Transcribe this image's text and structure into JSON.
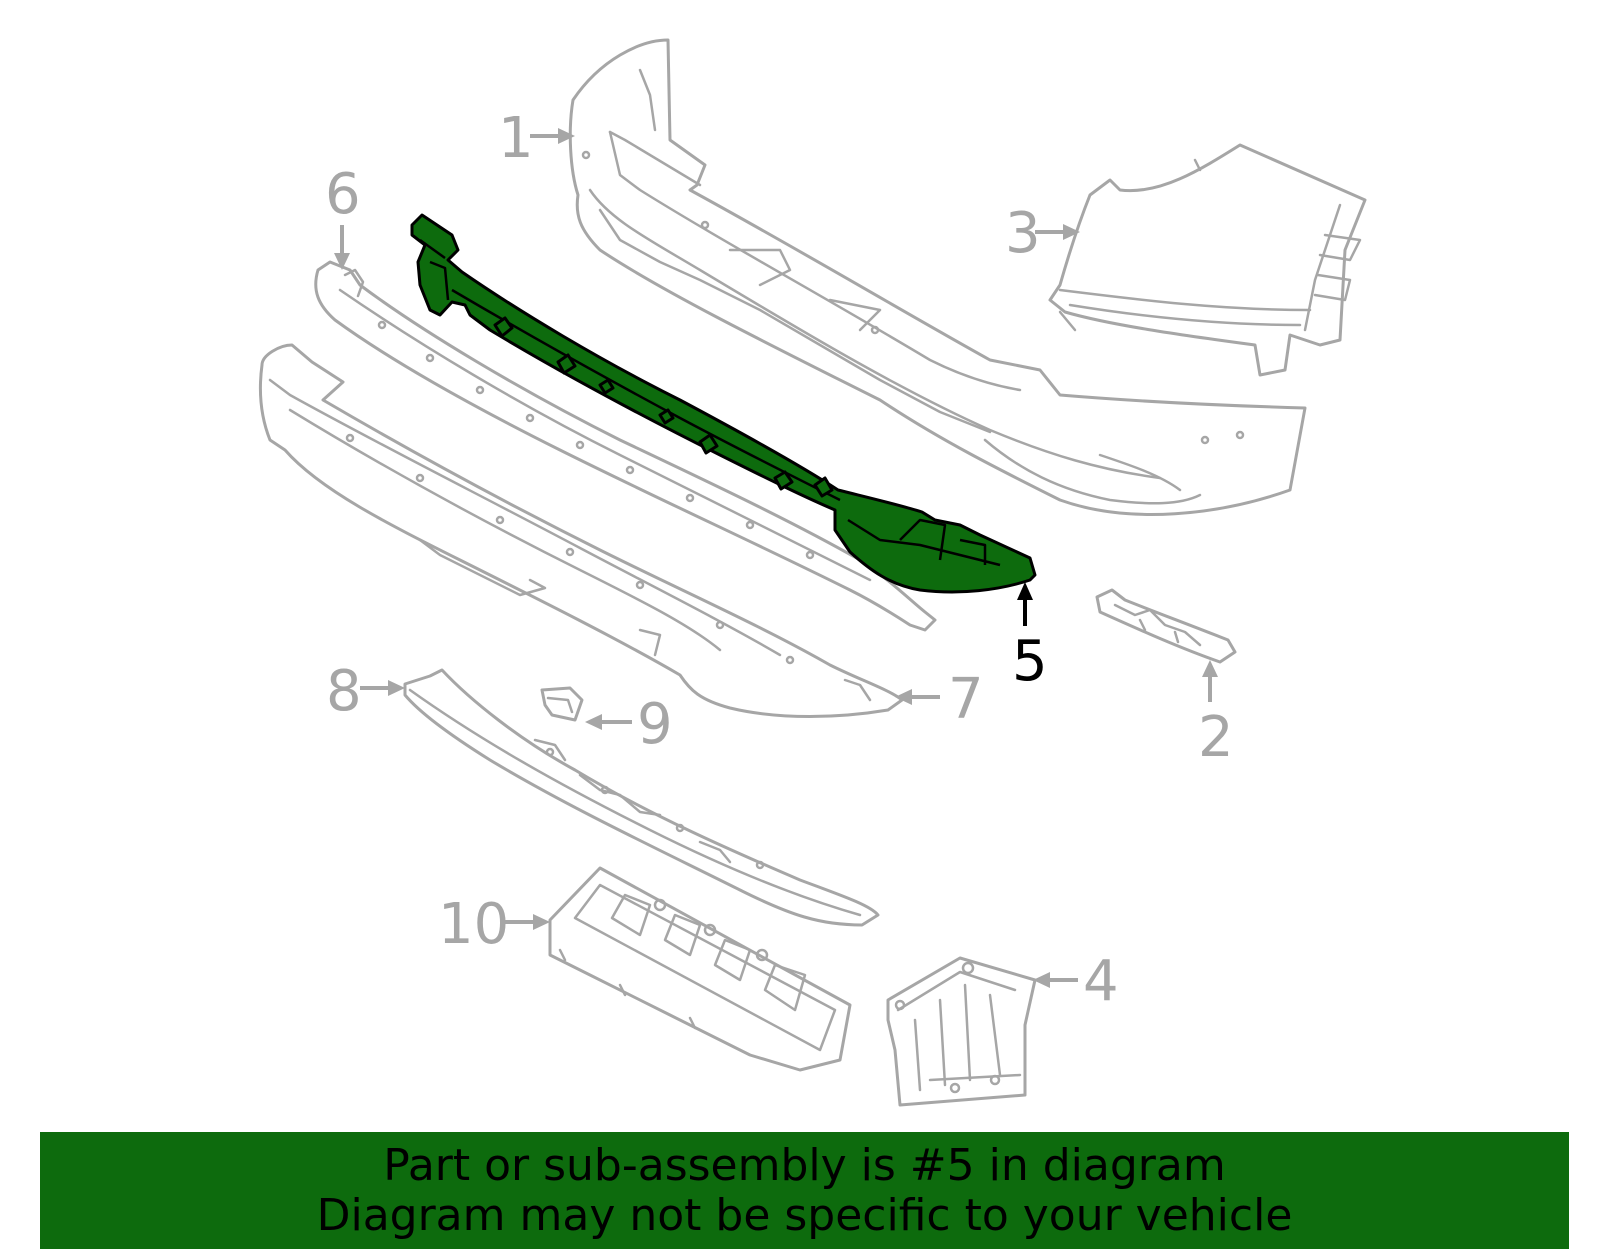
{
  "callouts": {
    "c1": "1",
    "c2": "2",
    "c3": "3",
    "c4": "4",
    "c5": "5",
    "c6": "6",
    "c7": "7",
    "c8": "8",
    "c9": "9",
    "c10": "10"
  },
  "highlighted_part": "5",
  "banner": {
    "line1": "Part or sub-assembly is #5 in diagram",
    "line2": "Diagram may not be specific to your vehicle"
  },
  "colors": {
    "highlight": "#0d6b0d",
    "part_outline": "#a6a6a6",
    "banner_background": "#0d6b0d",
    "background": "#ffffff"
  }
}
